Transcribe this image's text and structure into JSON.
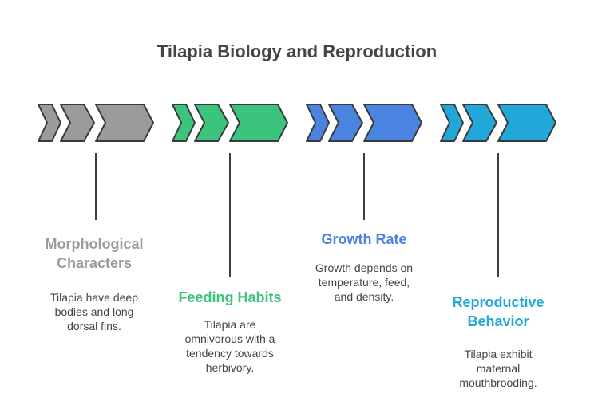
{
  "title": "Tilapia Biology and Reproduction",
  "steps": [
    {
      "color": "#9b9b9b",
      "title_line1": "Morphological",
      "title_line2": "Characters",
      "desc_line1": "Tilapia have deep",
      "desc_line2": "bodies and long",
      "desc_line3": "dorsal fins."
    },
    {
      "color": "#3cc47f",
      "title_line1": "Feeding Habits",
      "desc_line1": "Tilapia are",
      "desc_line2": "omnivorous with a",
      "desc_line3": "tendency towards",
      "desc_line4": "herbivory."
    },
    {
      "color": "#4a84e0",
      "title_line1": "Growth Rate",
      "desc_line1": "Growth depends on",
      "desc_line2": "temperature, feed,",
      "desc_line3": "and density."
    },
    {
      "color": "#22a8d8",
      "title_line1": "Reproductive",
      "title_line2": "Behavior",
      "desc_line1": "Tilapia exhibit",
      "desc_line2": "maternal",
      "desc_line3": "mouthbrooding."
    }
  ]
}
